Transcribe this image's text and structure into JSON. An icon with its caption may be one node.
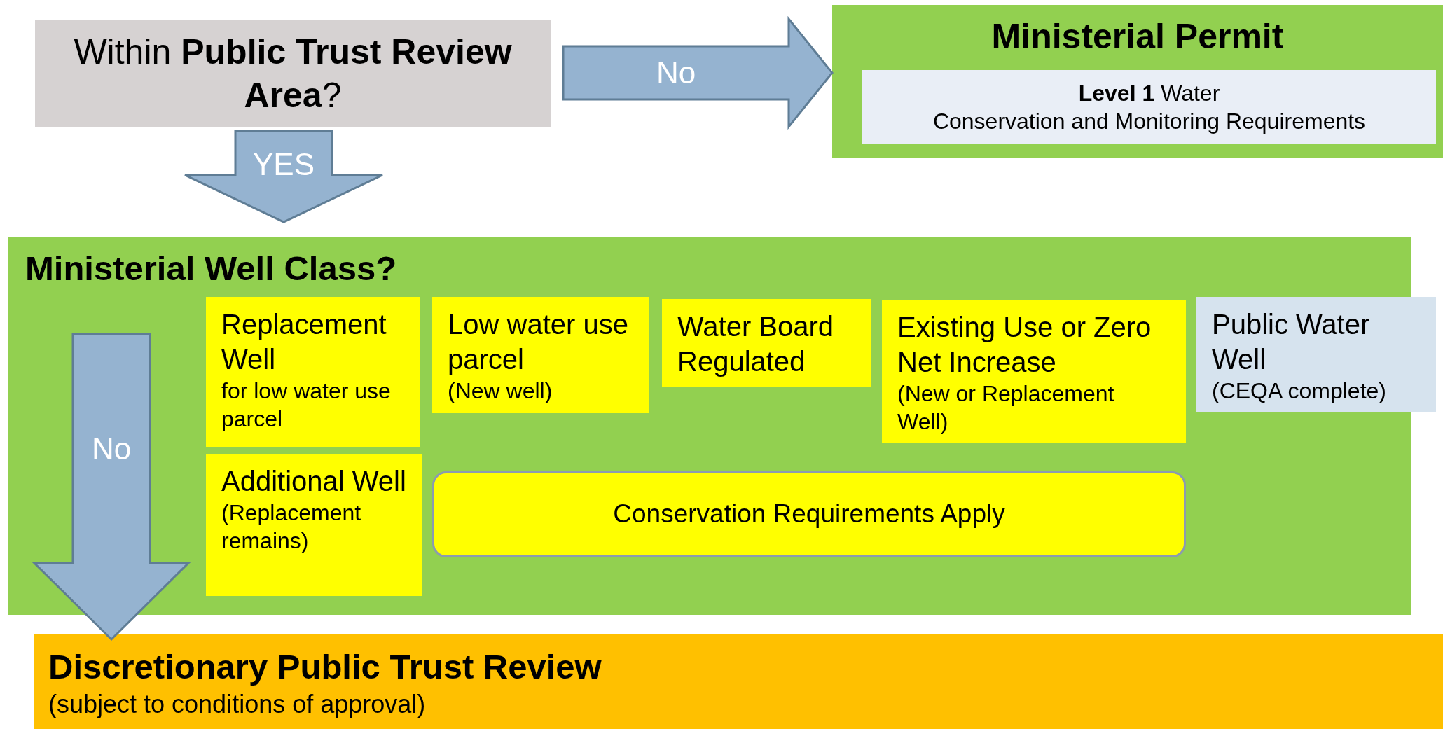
{
  "diagram": {
    "nodes": [
      {
        "text": [
          "Within **Public Trust Review Area**?"
        ]
      },
      {
        "text": [
          "Ministerial Permit"
        ]
      },
      {
        "text": [
          "**Level 1** Water",
          "Conservation and Monitoring Requirements"
        ],
        "in": 1
      },
      {
        "text": [
          "Ministerial Well Class?"
        ]
      },
      {
        "text": [
          "Replacement Well",
          "for low water use parcel"
        ],
        "in": 3
      },
      {
        "text": [
          "Low water use parcel",
          "(New well)"
        ],
        "in": 3
      },
      {
        "text": [
          "Water Board Regulated"
        ],
        "in": 3
      },
      {
        "text": [
          "Existing Use or Zero Net Increase",
          "(New or Replacement Well)"
        ],
        "in": 3
      },
      {
        "text": [
          "Public Water Well",
          "(CEQA complete)"
        ]
      },
      {
        "text": [
          "Additional Well",
          "(Replacement remains)"
        ],
        "in": 3
      },
      {
        "text": [
          "Conservation Requirements Apply"
        ],
        "in": 3
      },
      {
        "text": [
          "Discretionary Public Trust Review",
          "(subject to conditions of approval)"
        ]
      }
    ],
    "edges": [
      {
        "from": 0,
        "to": 1,
        "arrow": "to",
        "label": "No"
      },
      {
        "from": 0,
        "to": 3,
        "arrow": "to",
        "label": "YES"
      },
      {
        "from": 3,
        "to": 11,
        "arrow": "to",
        "label": "No"
      }
    ]
  }
}
